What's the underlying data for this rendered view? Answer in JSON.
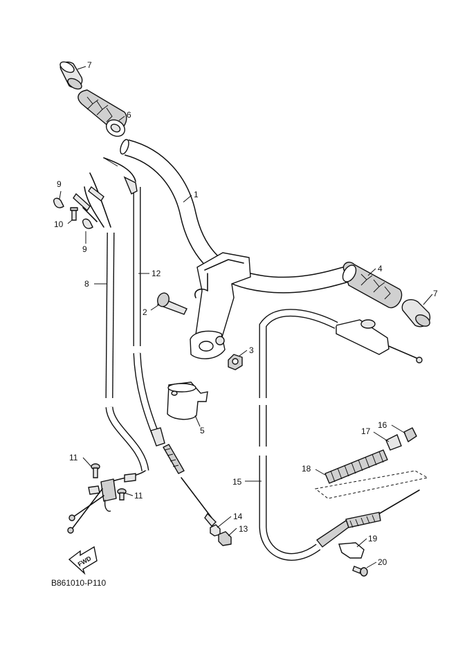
{
  "callouts": {
    "c1": "1",
    "c2": "2",
    "c3": "3",
    "c4": "4",
    "c5": "5",
    "c6": "6",
    "c7a": "7",
    "c7b": "7",
    "c8": "8",
    "c9a": "9",
    "c9b": "9",
    "c10": "10",
    "c11a": "11",
    "c11b": "11",
    "c12": "12",
    "c13": "13",
    "c14": "14",
    "c15": "15",
    "c16": "16",
    "c17": "17",
    "c18": "18",
    "c19": "19",
    "c20": "20"
  },
  "fwd_label": "FWD",
  "diagram_code": "B861010-P110"
}
